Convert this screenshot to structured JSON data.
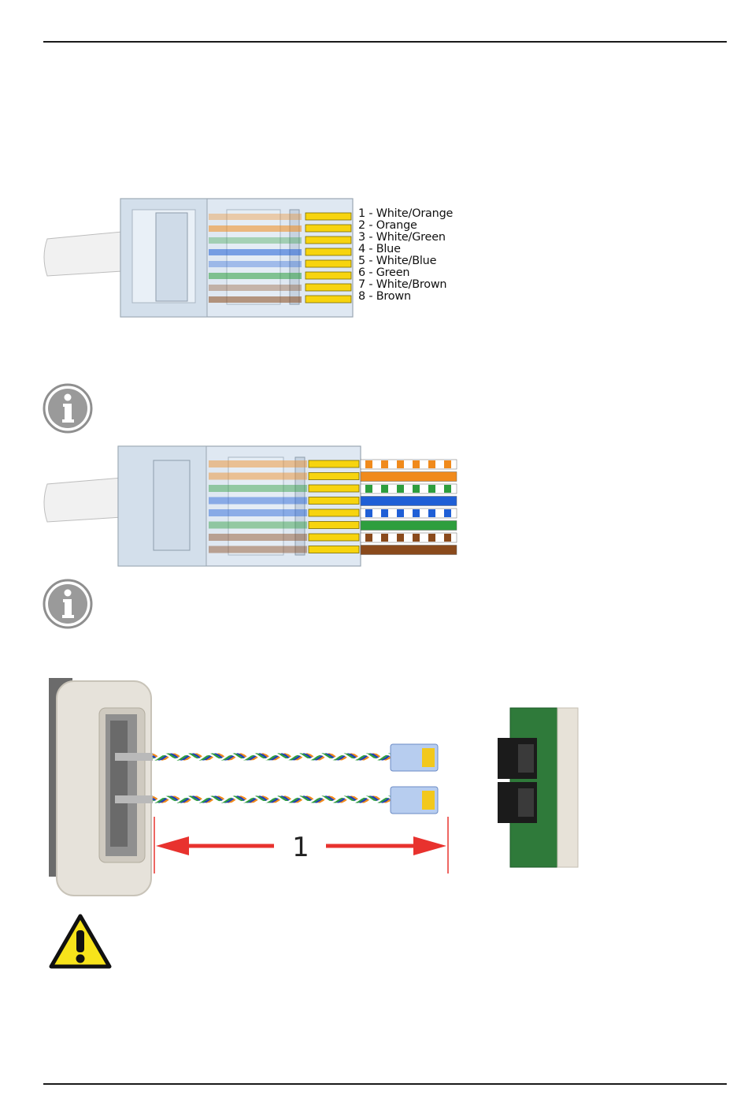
{
  "pinout": {
    "pins": [
      {
        "label": "1 - White/Orange",
        "color": "#f08a1c",
        "striped": true
      },
      {
        "label": "2 - Orange",
        "color": "#f08a1c",
        "striped": false
      },
      {
        "label": "3 - White/Green",
        "color": "#2e9e3e",
        "striped": true
      },
      {
        "label": "4 - Blue",
        "color": "#1f5fd6",
        "striped": false
      },
      {
        "label": "5 - White/Blue",
        "color": "#1f5fd6",
        "striped": true
      },
      {
        "label": "6 - Green",
        "color": "#2e9e3e",
        "striped": false
      },
      {
        "label": "7 - White/Brown",
        "color": "#8a4a1c",
        "striped": true
      },
      {
        "label": "8 - Brown",
        "color": "#8a4a1c",
        "striped": false
      }
    ]
  },
  "icons": {
    "info_1": "info-icon",
    "info_2": "info-icon",
    "warning": "warning-icon"
  },
  "cable_figure": {
    "dimension_label": "1",
    "arrow_color": "#e8322e"
  }
}
